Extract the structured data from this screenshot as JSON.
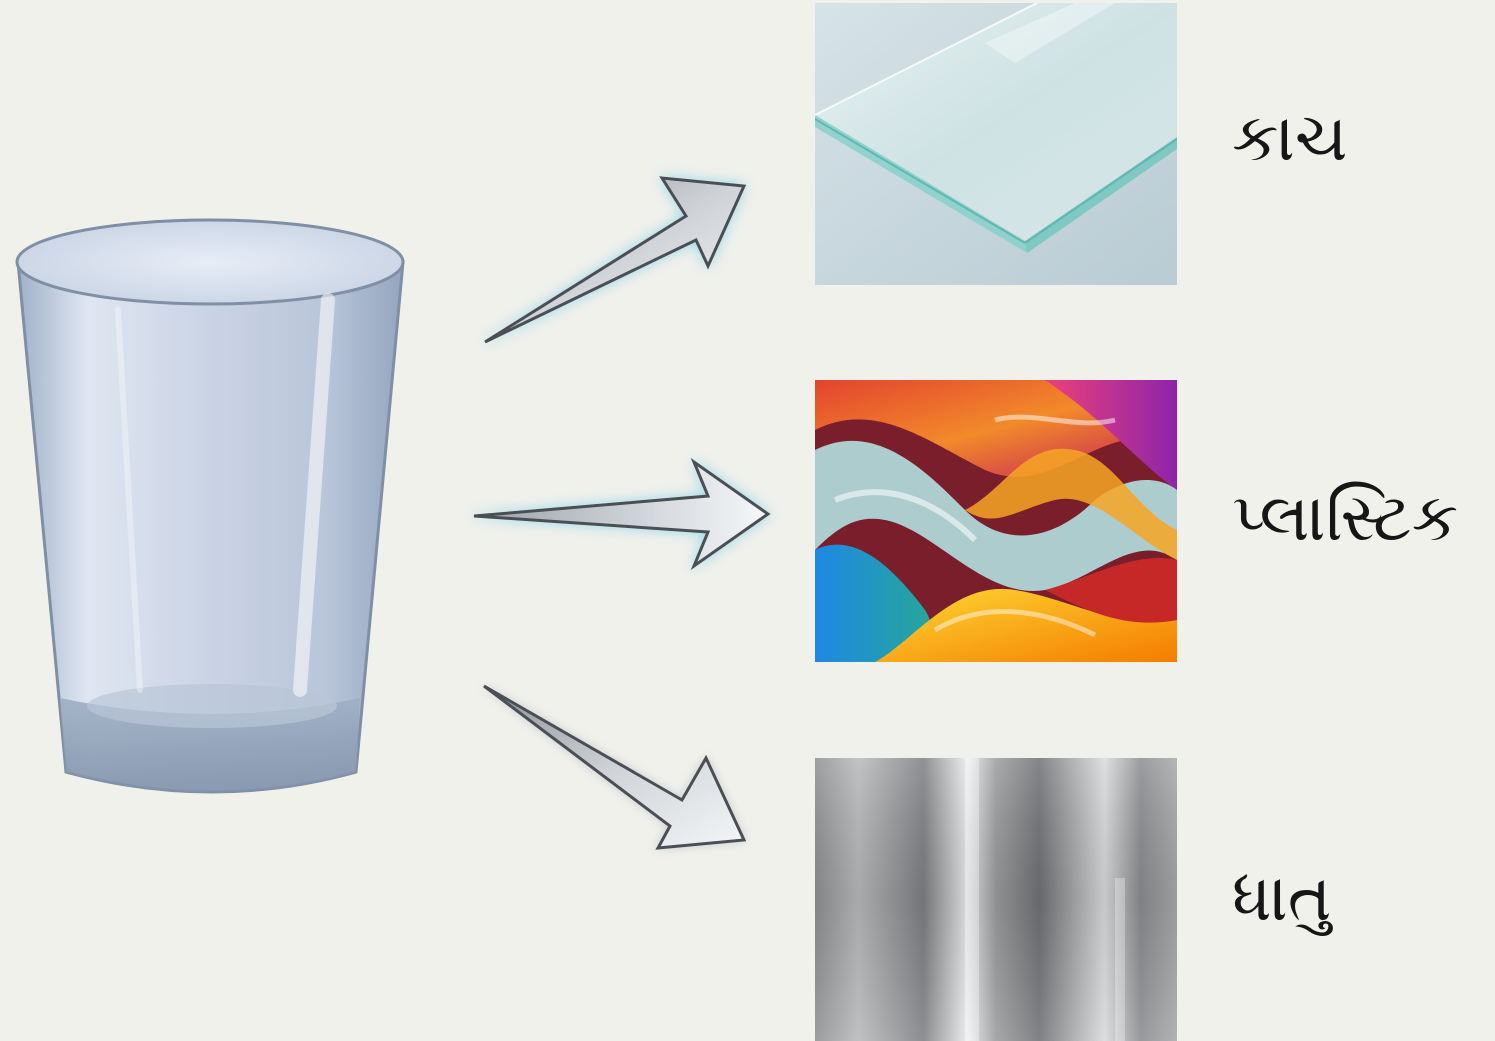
{
  "source_object": {
    "icon": "drinking-glass-icon"
  },
  "materials": [
    {
      "label": "કાચ",
      "icon": "glass-sheet-icon"
    },
    {
      "label": "પ્લાસ્ટિક",
      "icon": "plastic-swirl-icon"
    },
    {
      "label": "ધાતુ",
      "icon": "brushed-metal-icon"
    }
  ],
  "colors": {
    "background": "#f1f1ec",
    "arrow_glow": "#7ecfe8",
    "label_text": "#161616"
  }
}
